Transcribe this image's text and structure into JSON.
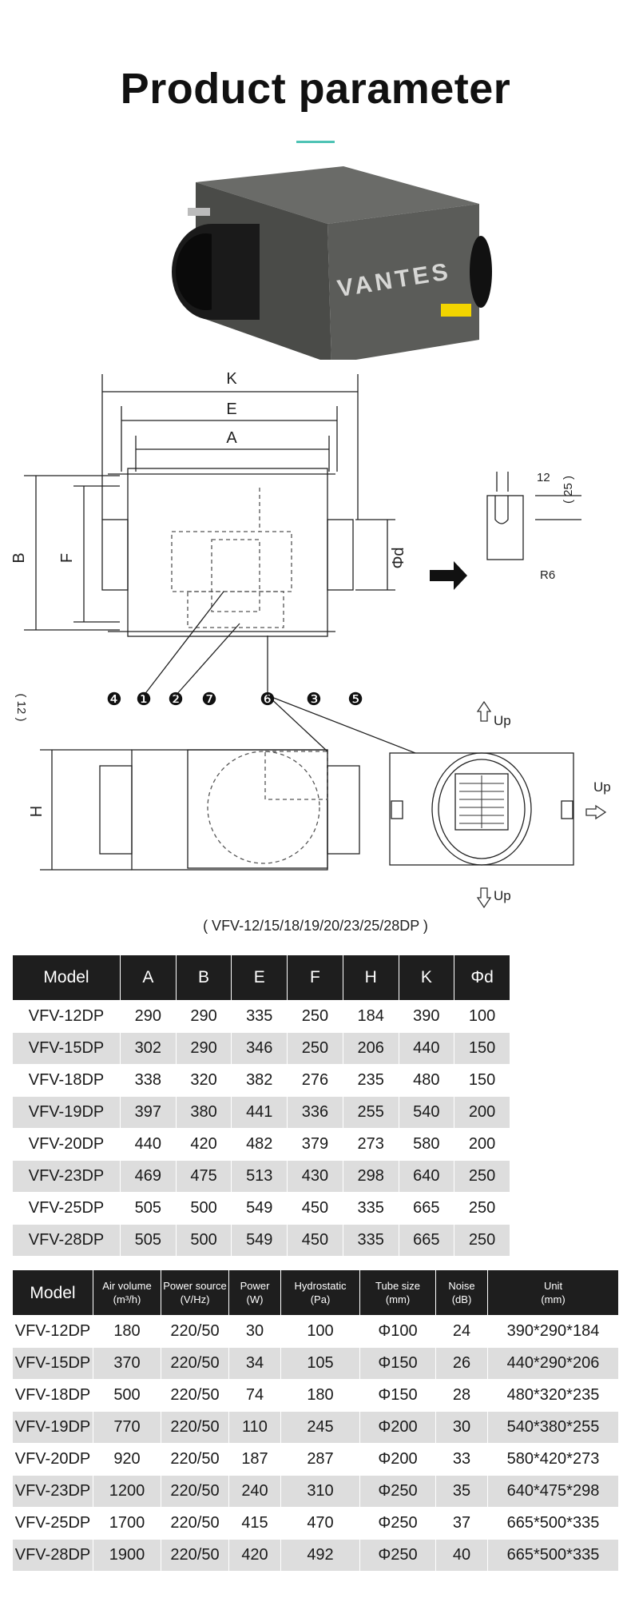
{
  "page": {
    "title": "Product parameter",
    "accent_color": "#4fc3b5"
  },
  "product": {
    "brand_logo": "VANTES",
    "image": "inline-duct-fan-gray-box"
  },
  "drawing": {
    "dim_labels": {
      "K": "K",
      "E": "E",
      "A": "A",
      "B": "B",
      "F": "F",
      "phid": "Φd",
      "H": "H",
      "twelve_side": "( 12 )",
      "detail_12": "12",
      "detail_25": "( 25 )",
      "detail_r6": "R6"
    },
    "callouts": [
      "❹",
      "❶",
      "❷",
      "❼",
      "❻",
      "❸",
      "❺"
    ],
    "up_labels": [
      "Up",
      "Up",
      "Up"
    ],
    "series_caption": "( VFV-12/15/18/19/20/23/25/28DP )"
  },
  "table1": {
    "headers": [
      "Model",
      "A",
      "B",
      "E",
      "F",
      "H",
      "K",
      "Φd"
    ],
    "rows": [
      [
        "VFV-12DP",
        "290",
        "290",
        "335",
        "250",
        "184",
        "390",
        "100"
      ],
      [
        "VFV-15DP",
        "302",
        "290",
        "346",
        "250",
        "206",
        "440",
        "150"
      ],
      [
        "VFV-18DP",
        "338",
        "320",
        "382",
        "276",
        "235",
        "480",
        "150"
      ],
      [
        "VFV-19DP",
        "397",
        "380",
        "441",
        "336",
        "255",
        "540",
        "200"
      ],
      [
        "VFV-20DP",
        "440",
        "420",
        "482",
        "379",
        "273",
        "580",
        "200"
      ],
      [
        "VFV-23DP",
        "469",
        "475",
        "513",
        "430",
        "298",
        "640",
        "250"
      ],
      [
        "VFV-25DP",
        "505",
        "500",
        "549",
        "450",
        "335",
        "665",
        "250"
      ],
      [
        "VFV-28DP",
        "505",
        "500",
        "549",
        "450",
        "335",
        "665",
        "250"
      ]
    ]
  },
  "table2": {
    "headers": [
      {
        "main": "Model",
        "sub": ""
      },
      {
        "main": "Air volume",
        "sub": "(m³/h)"
      },
      {
        "main": "Power source",
        "sub": "(V/Hz)"
      },
      {
        "main": "Power",
        "sub": "(W)"
      },
      {
        "main": "Hydrostatic",
        "sub": "(Pa)"
      },
      {
        "main": "Tube size",
        "sub": "(mm)"
      },
      {
        "main": "Noise",
        "sub": "(dB)"
      },
      {
        "main": "Unit",
        "sub": "(mm)"
      }
    ],
    "rows": [
      [
        "VFV-12DP",
        "180",
        "220/50",
        "30",
        "100",
        "Φ100",
        "24",
        "390*290*184"
      ],
      [
        "VFV-15DP",
        "370",
        "220/50",
        "34",
        "105",
        "Φ150",
        "26",
        "440*290*206"
      ],
      [
        "VFV-18DP",
        "500",
        "220/50",
        "74",
        "180",
        "Φ150",
        "28",
        "480*320*235"
      ],
      [
        "VFV-19DP",
        "770",
        "220/50",
        "110",
        "245",
        "Φ200",
        "30",
        "540*380*255"
      ],
      [
        "VFV-20DP",
        "920",
        "220/50",
        "187",
        "287",
        "Φ200",
        "33",
        "580*420*273"
      ],
      [
        "VFV-23DP",
        "1200",
        "220/50",
        "240",
        "310",
        "Φ250",
        "35",
        "640*475*298"
      ],
      [
        "VFV-25DP",
        "1700",
        "220/50",
        "415",
        "470",
        "Φ250",
        "37",
        "665*500*335"
      ],
      [
        "VFV-28DP",
        "1900",
        "220/50",
        "420",
        "492",
        "Φ250",
        "40",
        "665*500*335"
      ]
    ]
  }
}
